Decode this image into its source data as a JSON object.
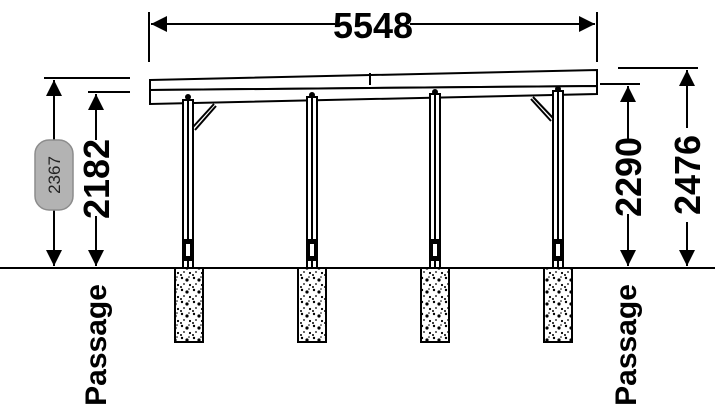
{
  "dimensions": {
    "width": "5548",
    "height_left_outer": "2367",
    "height_left_inner": "2182",
    "height_right_inner": "2290",
    "height_right_outer": "2476"
  },
  "labels": {
    "left_passage": "Passage",
    "right_passage": "Passage"
  },
  "colors": {
    "line": "#000000",
    "badge_fill": "#b3b3b3",
    "badge_stroke": "#8c8c8c",
    "background": "#ffffff"
  }
}
